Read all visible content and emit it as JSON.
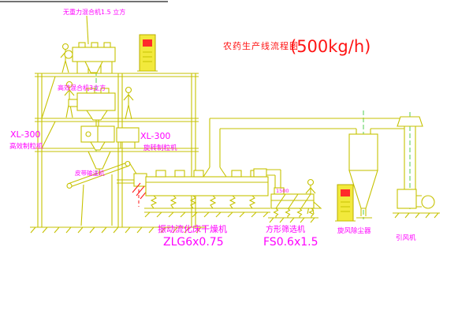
{
  "title": {
    "text": "农药生产线流程图",
    "capacity": "(500kg/h)"
  },
  "labels": {
    "top_mixer": "无重力混合机1.5 立方",
    "mid_mixer": "高效混合机3立方",
    "left_model": "XL-300",
    "left_name": "高效制粒机",
    "right_model": "XL-300",
    "right_name": "旋转制粒机",
    "belt": "皮带输送机",
    "dryer": "振动流化床干燥机",
    "dryer_model": "ZLG6x0.75",
    "sieve": "方形筛选机",
    "sieve_model": "FS0.6x1.5",
    "sieve_dim": "1500",
    "cyclone": "旋风除尘器",
    "fan": "引风机"
  },
  "colors": {
    "line": "#c6c200",
    "label_magenta": "#ff00ff",
    "title_red": "#ff1414",
    "centerline_green": "#00b400",
    "cabinet_yellow": "#f2e93c",
    "background": "#ffffff"
  }
}
